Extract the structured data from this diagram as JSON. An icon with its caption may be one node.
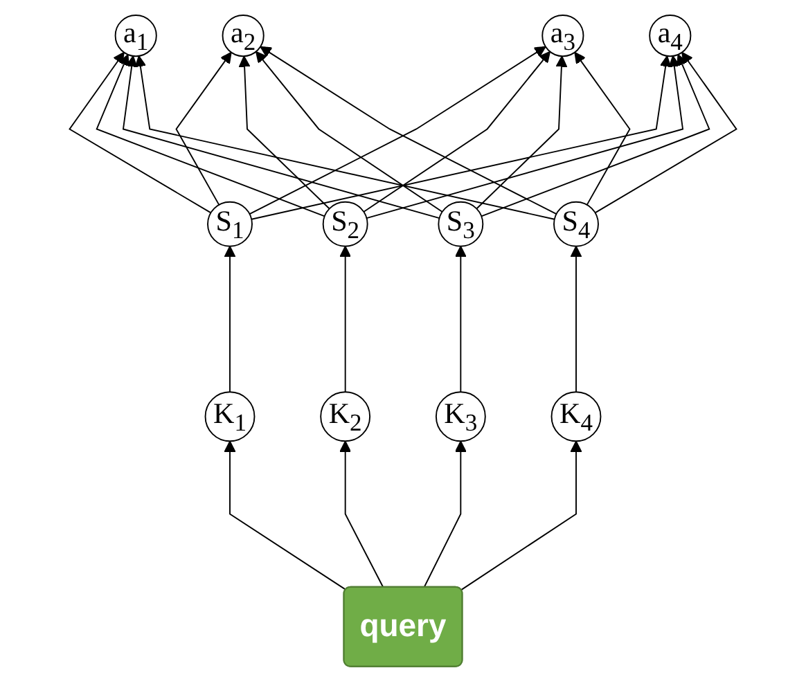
{
  "diagram": {
    "nodes": [
      {
        "text": [
          "a$_{1}$"
        ]
      },
      {
        "text": [
          "a$_{2}$"
        ]
      },
      {
        "text": [
          "a$_{3}$"
        ]
      },
      {
        "text": [
          "a$_{4}$"
        ]
      },
      {
        "text": [
          "S$_{1}$"
        ]
      },
      {
        "text": [
          "S$_{2}$"
        ]
      },
      {
        "text": [
          "S$_{3}$"
        ]
      },
      {
        "text": [
          "S$_{4}$"
        ]
      },
      {
        "text": [
          "K$_{1}$"
        ]
      },
      {
        "text": [
          "K$_{2}$"
        ]
      },
      {
        "text": [
          "K$_{3}$"
        ]
      },
      {
        "text": [
          "K$_{4}$"
        ]
      },
      {
        "text": [
          "query"
        ]
      }
    ],
    "edges": [
      {
        "from": 4,
        "to": 0,
        "arrow": "to"
      },
      {
        "from": 4,
        "to": 1,
        "arrow": "to"
      },
      {
        "from": 4,
        "to": 2,
        "arrow": "to"
      },
      {
        "from": 4,
        "to": 3,
        "arrow": "to"
      },
      {
        "from": 5,
        "to": 0,
        "arrow": "to"
      },
      {
        "from": 5,
        "to": 1,
        "arrow": "to"
      },
      {
        "from": 5,
        "to": 2,
        "arrow": "to"
      },
      {
        "from": 5,
        "to": 3,
        "arrow": "to"
      },
      {
        "from": 6,
        "to": 0,
        "arrow": "to"
      },
      {
        "from": 6,
        "to": 1,
        "arrow": "to"
      },
      {
        "from": 6,
        "to": 2,
        "arrow": "to"
      },
      {
        "from": 6,
        "to": 3,
        "arrow": "to"
      },
      {
        "from": 7,
        "to": 0,
        "arrow": "to"
      },
      {
        "from": 7,
        "to": 1,
        "arrow": "to"
      },
      {
        "from": 7,
        "to": 2,
        "arrow": "to"
      },
      {
        "from": 7,
        "to": 3,
        "arrow": "to"
      },
      {
        "from": 8,
        "to": 4,
        "arrow": "to"
      },
      {
        "from": 9,
        "to": 5,
        "arrow": "to"
      },
      {
        "from": 10,
        "to": 6,
        "arrow": "to"
      },
      {
        "from": 11,
        "to": 7,
        "arrow": "to"
      },
      {
        "from": 12,
        "to": 8,
        "arrow": "to"
      },
      {
        "from": 12,
        "to": 9,
        "arrow": "to"
      },
      {
        "from": 12,
        "to": 10,
        "arrow": "to"
      },
      {
        "from": 12,
        "to": 11,
        "arrow": "to"
      }
    ]
  }
}
